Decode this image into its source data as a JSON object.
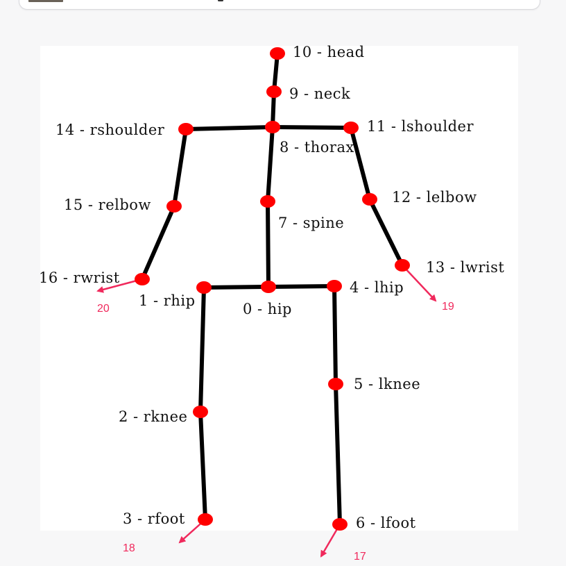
{
  "colors": {
    "bone": "#000000",
    "joint": "#ff0000",
    "label": "#111111",
    "arrow": "#f0295c",
    "canvas": "#ffffff",
    "page_background": "#f7f7f8"
  },
  "joints": [
    {
      "id": 0,
      "name": "hip",
      "label": "0 - hip"
    },
    {
      "id": 1,
      "name": "rhip",
      "label": "1 - rhip"
    },
    {
      "id": 2,
      "name": "rknee",
      "label": "2 - rknee"
    },
    {
      "id": 3,
      "name": "rfoot",
      "label": "3 - rfoot"
    },
    {
      "id": 4,
      "name": "lhip",
      "label": "4 - lhip"
    },
    {
      "id": 5,
      "name": "lknee",
      "label": "5 - lknee"
    },
    {
      "id": 6,
      "name": "lfoot",
      "label": "6 - lfoot"
    },
    {
      "id": 7,
      "name": "spine",
      "label": "7 - spine"
    },
    {
      "id": 8,
      "name": "thorax",
      "label": "8 - thorax"
    },
    {
      "id": 9,
      "name": "neck",
      "label": "9 - neck"
    },
    {
      "id": 10,
      "name": "head",
      "label": "10 - head"
    },
    {
      "id": 11,
      "name": "lshoulder",
      "label": "11 - lshoulder"
    },
    {
      "id": 12,
      "name": "lelbow",
      "label": "12 - lelbow"
    },
    {
      "id": 13,
      "name": "lwrist",
      "label": "13 - lwrist"
    },
    {
      "id": 14,
      "name": "rshoulder",
      "label": "14 - rshoulder"
    },
    {
      "id": 15,
      "name": "relbow",
      "label": "15 - relbow"
    },
    {
      "id": 16,
      "name": "rwrist",
      "label": "16 - rwrist"
    }
  ],
  "bones": [
    [
      10,
      9
    ],
    [
      9,
      8
    ],
    [
      8,
      7
    ],
    [
      7,
      0
    ],
    [
      8,
      14
    ],
    [
      8,
      11
    ],
    [
      14,
      15
    ],
    [
      15,
      16
    ],
    [
      11,
      12
    ],
    [
      12,
      13
    ],
    [
      0,
      1
    ],
    [
      0,
      4
    ],
    [
      1,
      2
    ],
    [
      2,
      3
    ],
    [
      4,
      5
    ],
    [
      5,
      6
    ]
  ],
  "extra_points": [
    {
      "id": 17,
      "label": "17",
      "from_joint": 6
    },
    {
      "id": 18,
      "label": "18",
      "from_joint": 3
    },
    {
      "id": 19,
      "label": "19",
      "from_joint": 13
    },
    {
      "id": 20,
      "label": "20",
      "from_joint": 16
    }
  ]
}
